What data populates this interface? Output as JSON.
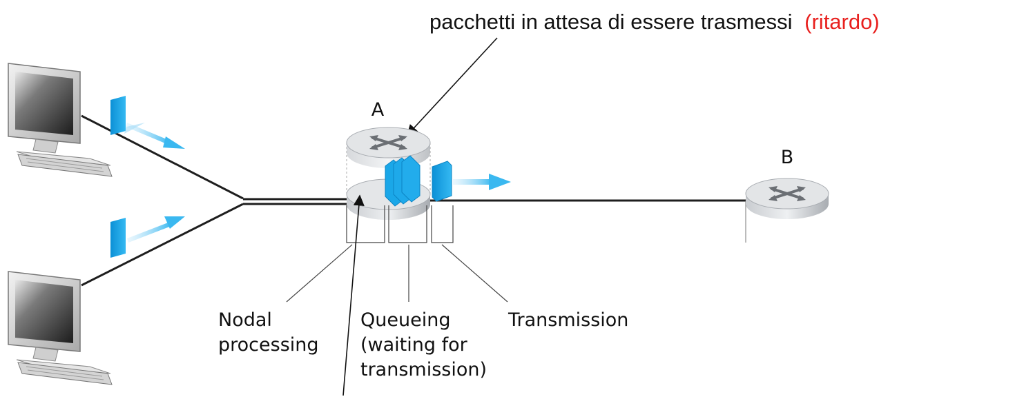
{
  "annotation": {
    "text": "pacchetti in attesa di essere trasmessi",
    "highlight": "(ritardo)",
    "highlight_color": "#e8201e"
  },
  "routers": {
    "a_label": "A",
    "b_label": "B"
  },
  "delays": {
    "nodal": [
      "Nodal",
      "processing"
    ],
    "queueing": [
      "Queueing",
      "(waiting for",
      "transmission)"
    ],
    "transmission": "Transmission"
  },
  "colors": {
    "packet": "#1aa7e8",
    "arrow": "#3ab8f0",
    "router_top": "#e3e5e7",
    "router_side": "#b9bdc1",
    "link": "#222222"
  },
  "icons": [
    "computer-icon",
    "router-icon",
    "packet-icon",
    "arrow-icon"
  ]
}
